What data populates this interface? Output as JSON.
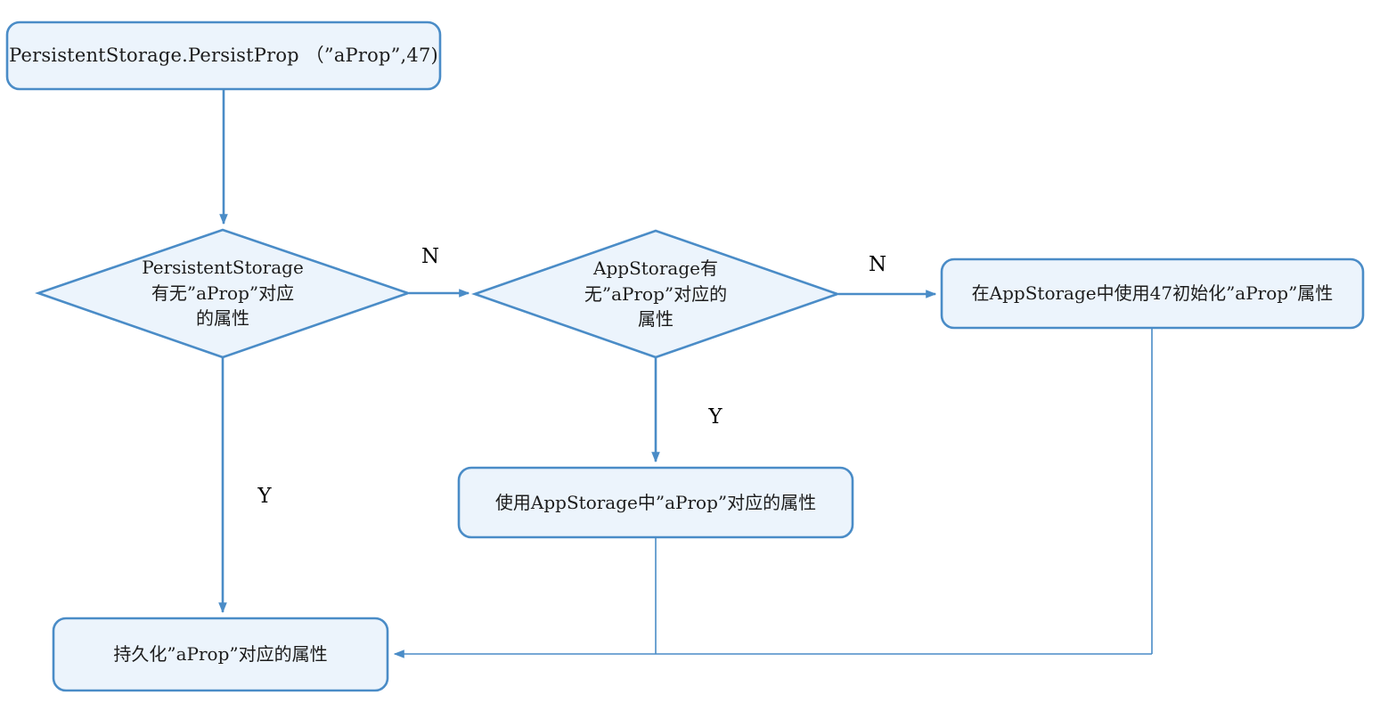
{
  "colors": {
    "node_fill": "#ecf4fc",
    "node_stroke": "#4a8cc7",
    "line": "#4a8cc7",
    "text": "#1c1c1c",
    "background": "#ffffff"
  },
  "nodes": {
    "start": {
      "shape": "rounded-rect",
      "text": "PersistentStorage.PersistProp （”aProp”,47)"
    },
    "decision_persistentstorage": {
      "shape": "diamond",
      "text": "PersistentStorage\n有无”aProp”对应\n的属性"
    },
    "decision_appstorage": {
      "shape": "diamond",
      "text": "AppStorage有\n无”aProp”对应的\n属性"
    },
    "init_appstorage": {
      "shape": "rounded-rect",
      "text": "在AppStorage中使用47初始化”aProp”属性"
    },
    "use_appstorage": {
      "shape": "rounded-rect",
      "text": "使用AppStorage中”aProp”对应的属性"
    },
    "persist": {
      "shape": "rounded-rect",
      "text": "持久化”aProp”对应的属性"
    }
  },
  "edges": {
    "persistentstorage_no": {
      "label": "N"
    },
    "persistentstorage_yes": {
      "label": "Y"
    },
    "appstorage_no": {
      "label": "N"
    },
    "appstorage_yes": {
      "label": "Y"
    }
  }
}
